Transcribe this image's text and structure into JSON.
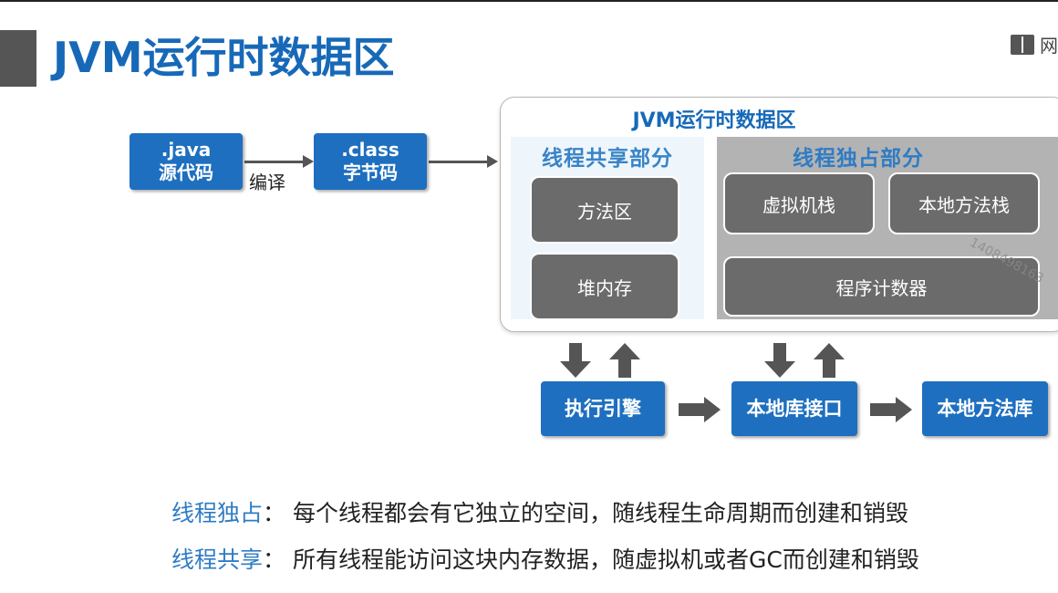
{
  "title": "JVM运行时数据区",
  "corner_text": "网",
  "source_box": {
    "line1": ".java",
    "line2": "源代码"
  },
  "compile_label": "编译",
  "class_box": {
    "line1": ".class",
    "line2": "字节码"
  },
  "jvm_area": {
    "title": "JVM运行时数据区",
    "shared": {
      "title": "线程共享部分",
      "items": [
        "方法区",
        "堆内存"
      ]
    },
    "private": {
      "title": "线程独占部分",
      "items": [
        "虚拟机栈",
        "本地方法栈",
        "程序计数器"
      ]
    }
  },
  "watermark": "1408498163",
  "bottom": {
    "exec": "执行引擎",
    "native_interface": "本地库接口",
    "native_lib": "本地方法库"
  },
  "descriptions": [
    {
      "key": "线程独占",
      "sep": "：",
      "text": "每个线程都会有它独立的空间，随线程生命周期而创建和销毁"
    },
    {
      "key": "线程共享",
      "sep": "：",
      "text": "所有线程能访问这块内存数据，随虚拟机或者GC而创建和销毁"
    }
  ],
  "colors": {
    "accent": "#1769b8",
    "box_blue": "#1e6fbf",
    "gray_box": "#6b6b6b",
    "private_bg": "#b3b3b3",
    "shared_bg": "#eef6fc"
  }
}
